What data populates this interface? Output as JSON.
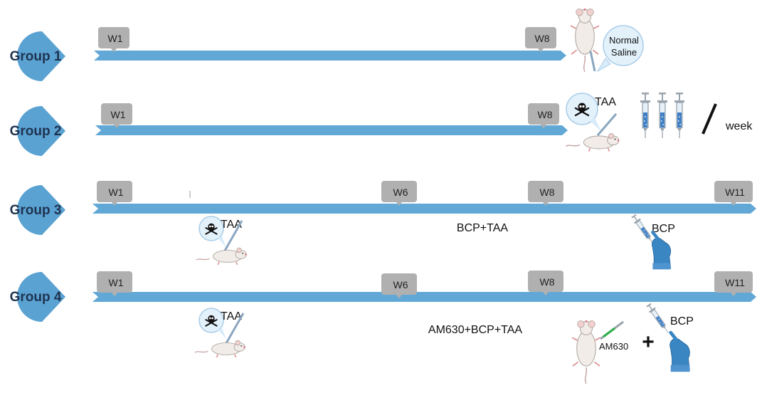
{
  "colors": {
    "bar": "#62a8d6",
    "group_drop": "#5aa2d2",
    "group_text": "#1f3350",
    "week_tag": "#b0b0b0"
  },
  "groups": [
    {
      "label": "Group 1",
      "weeks": [
        "W1",
        "W8"
      ]
    },
    {
      "label": "Group 2",
      "weeks": [
        "W1",
        "W8"
      ]
    },
    {
      "label": "Group 3",
      "weeks": [
        "W1",
        "W6",
        "W8",
        "W11"
      ]
    },
    {
      "label": "Group 4",
      "weeks": [
        "W1",
        "W6",
        "W8",
        "W11"
      ]
    }
  ],
  "annotations": {
    "normal_saline": [
      "Normal",
      "Saline"
    ],
    "taa_g2": "TAA",
    "per_week": "week",
    "taa_g3": "TAA",
    "bcp_taa": "BCP+TAA",
    "bcp_g3": "BCP",
    "taa_g4": "TAA",
    "am630_bcp_taa": "AM630+BCP+TAA",
    "am630": "AM630",
    "plus": "+",
    "bcp_g4": "BCP"
  },
  "icons": [
    "mouse-icon",
    "syringe-icon",
    "skull-icon",
    "gloved-hand-icon"
  ]
}
